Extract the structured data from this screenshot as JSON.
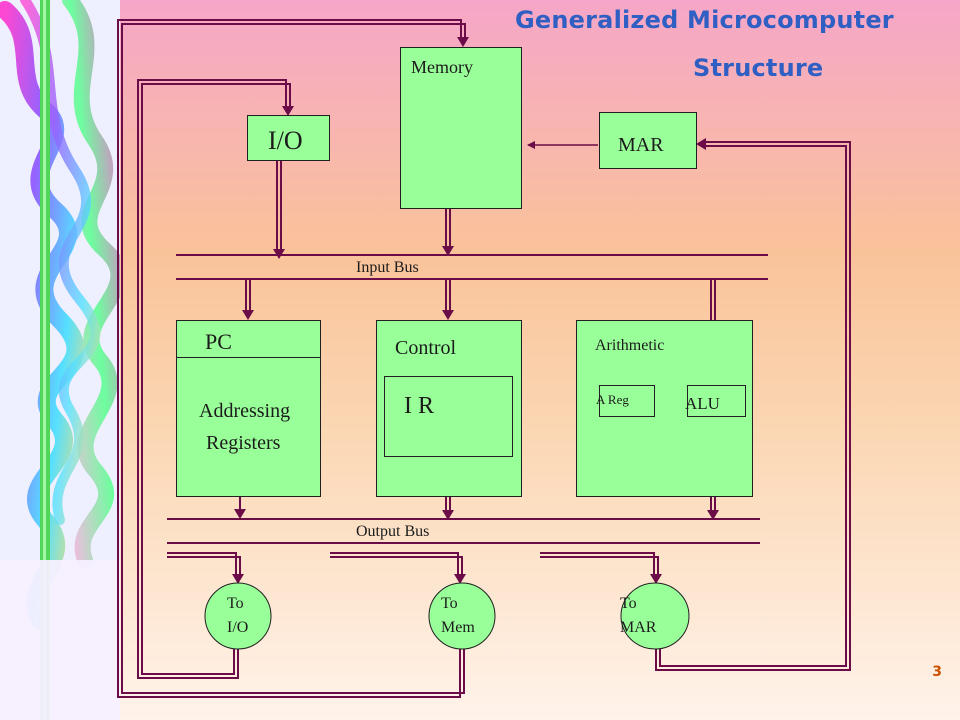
{
  "slide": {
    "title_line1": "Generalized Microcomputer",
    "title_line2": "Structure",
    "page_number": "3"
  },
  "diagram": {
    "memory": "Memory",
    "io": "I/O",
    "mar": "MAR",
    "input_bus": "Input Bus",
    "output_bus": "Output Bus",
    "pc": "PC",
    "addressing": "Addressing",
    "registers": "Registers",
    "control": "Control",
    "ir": "I R",
    "arithmetic": "Arithmetic",
    "a_reg": "A Reg",
    "alu": "ALU",
    "to_io_line1": "To",
    "to_io_line2": "I/O",
    "to_mem_line1": "To",
    "to_mem_line2": "Mem",
    "to_mar_line1": "To",
    "to_mar_line2": "MAR"
  },
  "colors": {
    "box_fill": "#99ff99",
    "wire": "#6b0b47",
    "title": "#2f5fc2",
    "page_number": "#cc5200"
  }
}
